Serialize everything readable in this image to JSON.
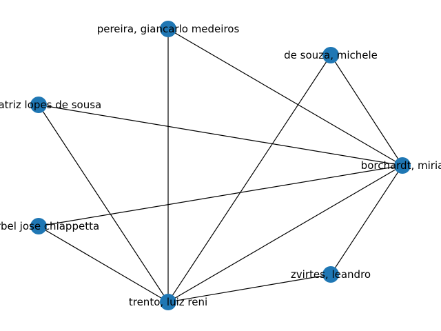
{
  "graph": {
    "node_color": "#1f77b4",
    "edge_color": "#000000",
    "nodes": [
      {
        "id": "pereira",
        "label": "pereira, giancarlo medeiros"
      },
      {
        "id": "desouza",
        "label": "de souza, michele"
      },
      {
        "id": "sousa",
        "label": "a beatriz lopes de sousa"
      },
      {
        "id": "borchardt",
        "label": "borchardt, miria"
      },
      {
        "id": "chiappetta",
        "label": "charbel jose chiappetta"
      },
      {
        "id": "zvirtes",
        "label": "zvirtes, leandro"
      },
      {
        "id": "trento",
        "label": "trento, luiz reni"
      }
    ],
    "edges": [
      [
        "pereira",
        "trento"
      ],
      [
        "pereira",
        "borchardt"
      ],
      [
        "desouza",
        "borchardt"
      ],
      [
        "desouza",
        "trento"
      ],
      [
        "sousa",
        "borchardt"
      ],
      [
        "sousa",
        "trento"
      ],
      [
        "chiappetta",
        "borchardt"
      ],
      [
        "chiappetta",
        "trento"
      ],
      [
        "borchardt",
        "trento"
      ],
      [
        "borchardt",
        "zvirtes"
      ],
      [
        "zvirtes",
        "trento"
      ]
    ]
  }
}
